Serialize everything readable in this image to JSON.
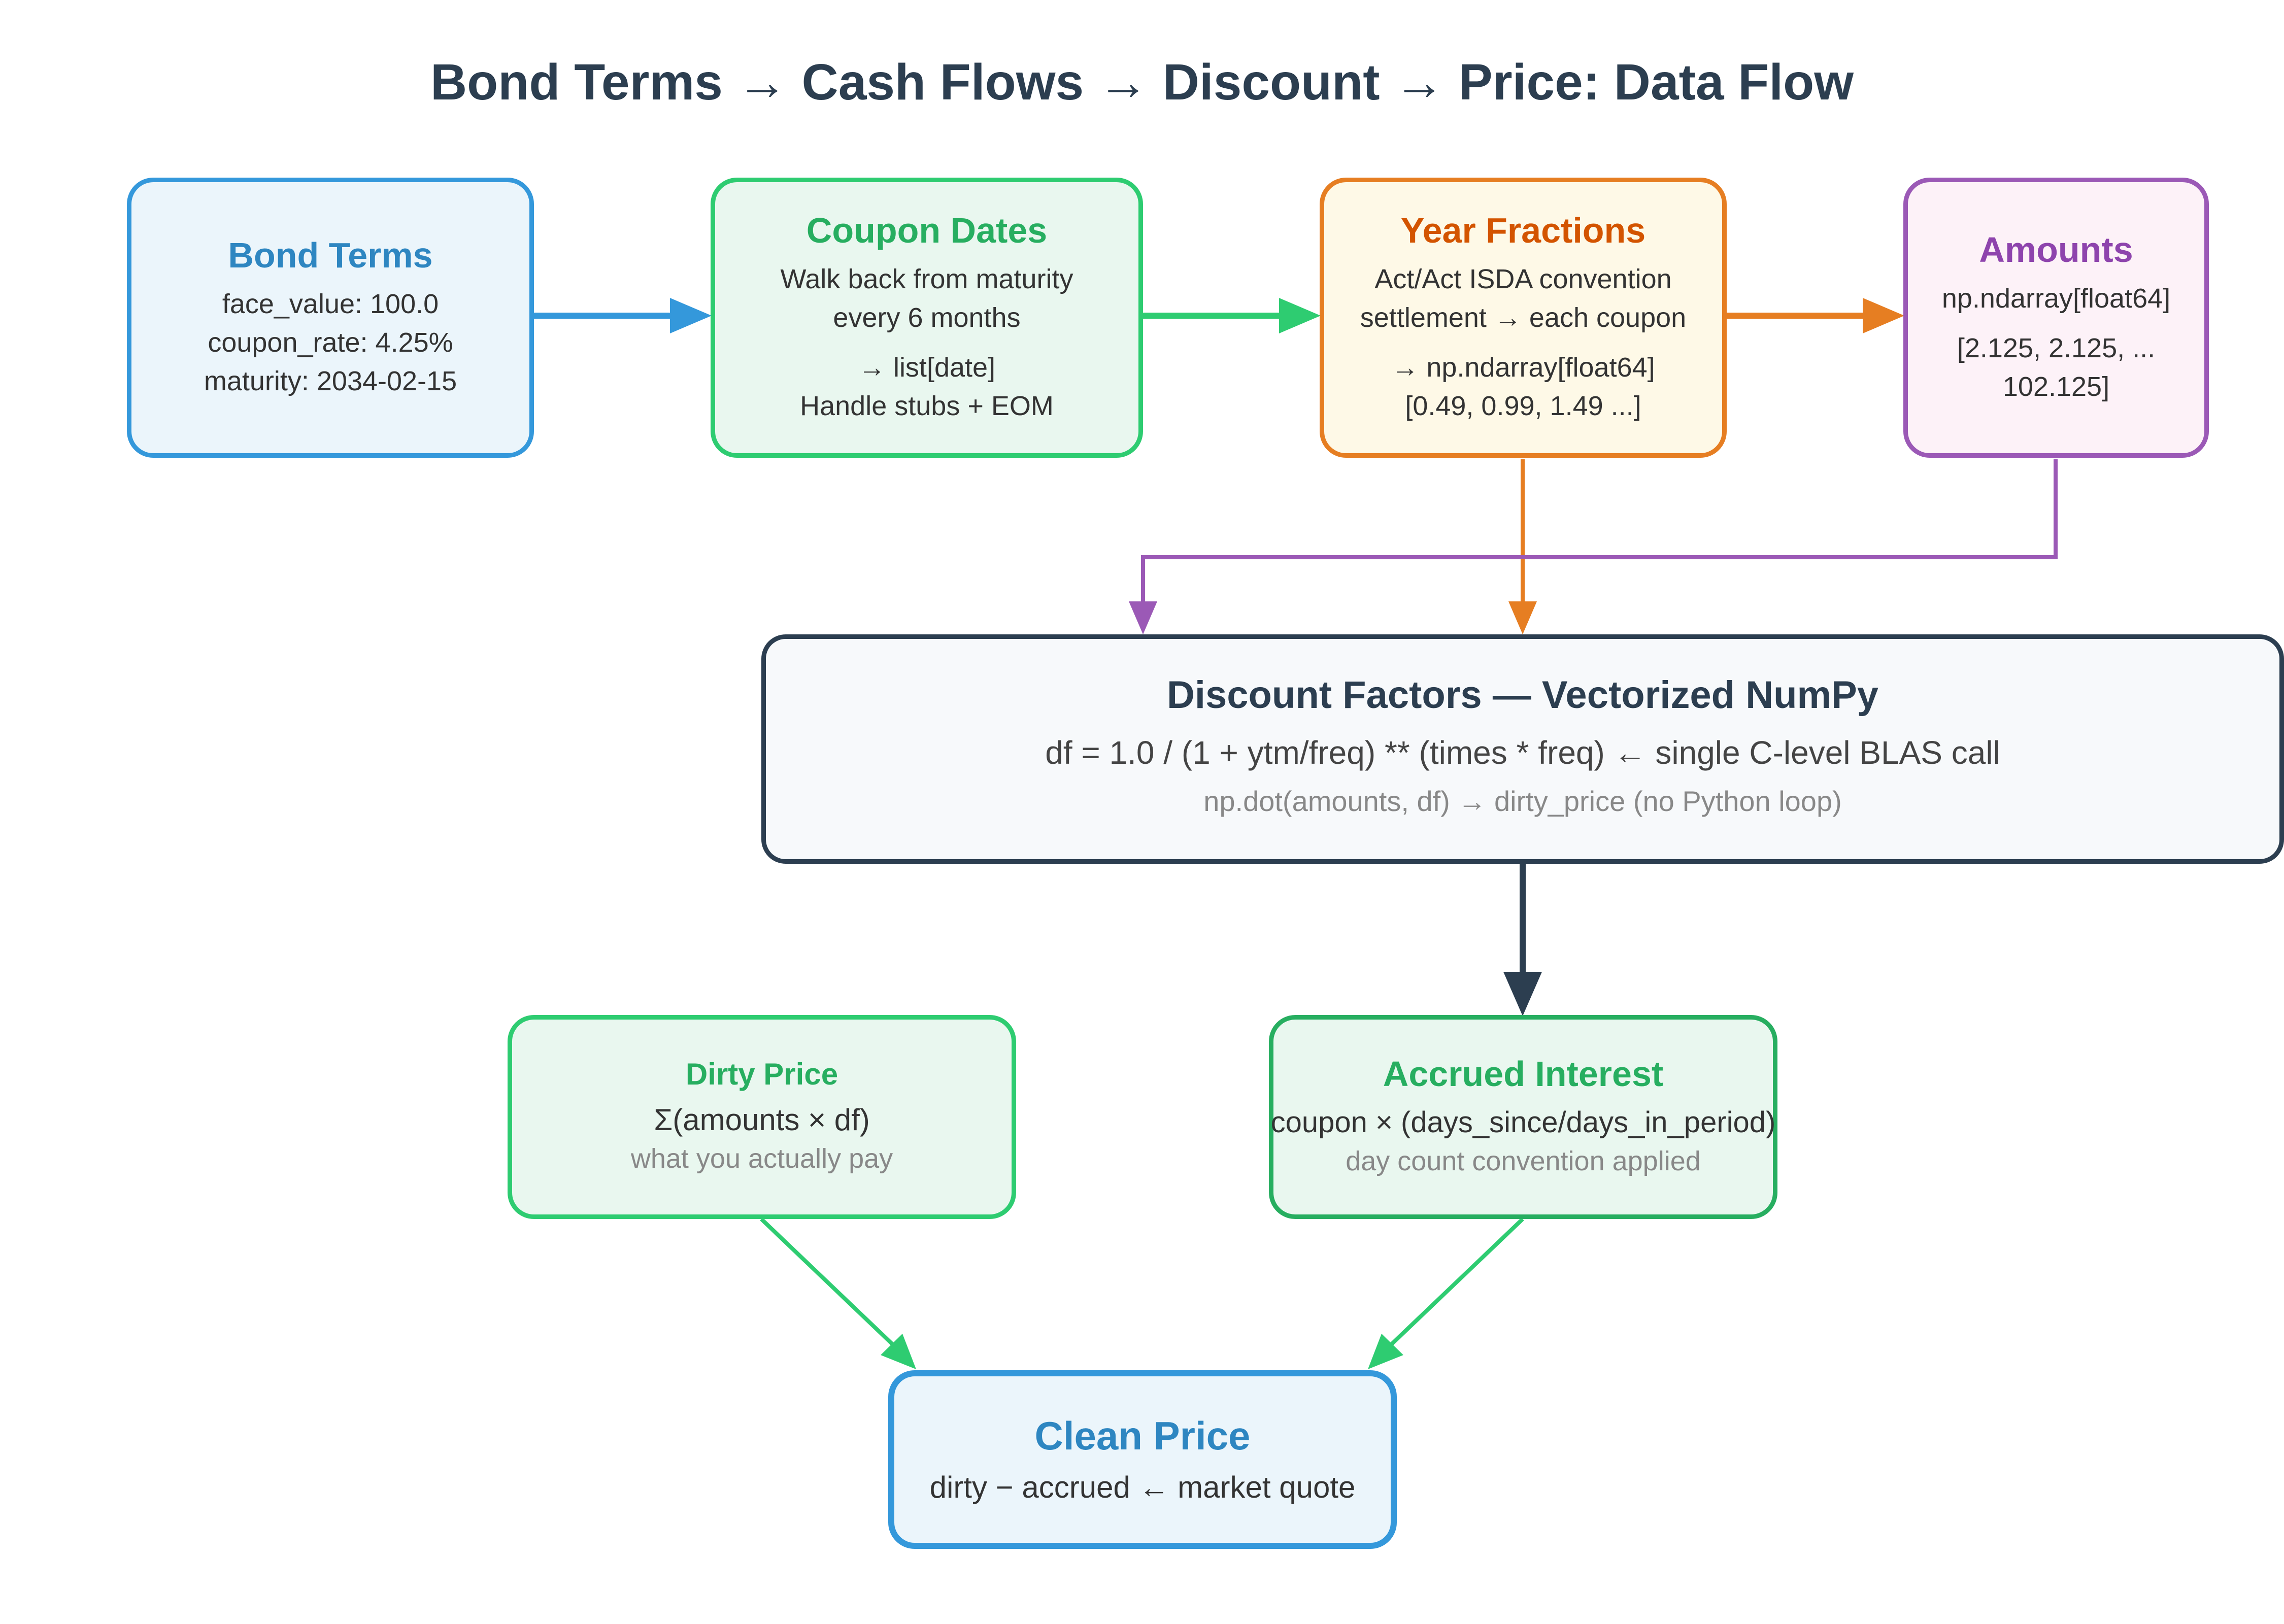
{
  "title": "Bond Terms → Cash Flows → Discount → Price: Data Flow",
  "colors": {
    "blue": "#3498db",
    "blue_fill": "#ebf5fb",
    "blue_text": "#2e86c1",
    "green": "#2ecc71",
    "green_fill": "#e9f7ef",
    "green_text": "#27ae60",
    "green_dark": "#27ae60",
    "orange": "#e67e22",
    "orange_fill": "#fef9e7",
    "orange_text": "#d35400",
    "purple": "#9b59b6",
    "purple_fill": "#fdf2f8",
    "purple_text": "#8e44ad",
    "navy": "#2c3e50",
    "navy_fill": "#f7f9fb"
  },
  "nodes": {
    "bond_terms": {
      "title": "Bond Terms",
      "lines": [
        "face_value: 100.0",
        "coupon_rate: 4.25%",
        "maturity: 2034-02-15"
      ]
    },
    "coupon_dates": {
      "title": "Coupon Dates",
      "lines": [
        "Walk back from maturity",
        "every 6 months"
      ],
      "lines2": [
        "→ list[date]",
        "Handle stubs + EOM"
      ]
    },
    "year_fractions": {
      "title": "Year Fractions",
      "lines": [
        "Act/Act ISDA convention",
        "settlement → each coupon"
      ],
      "lines2": [
        "→ np.ndarray[float64]",
        "[0.49, 0.99, 1.49 ...]"
      ]
    },
    "amounts": {
      "title": "Amounts",
      "lines": [
        "np.ndarray[float64]"
      ],
      "lines2": [
        "[2.125, 2.125, ...",
        "102.125]"
      ]
    },
    "discount_factors": {
      "title": "Discount Factors — Vectorized NumPy",
      "formula": "df = 1.0 / (1 + ytm/freq) ** (times * freq) ← single C-level BLAS call",
      "note": "np.dot(amounts, df) → dirty_price (no Python loop)"
    },
    "dirty_price": {
      "title": "Dirty Price",
      "formula": "Σ(amounts × df)",
      "note": "what you actually pay"
    },
    "accrued_interest": {
      "title": "Accrued Interest",
      "formula": "coupon × (days_since/days_in_period)",
      "note": "day count convention applied"
    },
    "clean_price": {
      "title": "Clean Price",
      "formula": "dirty − accrued ← market quote"
    }
  }
}
